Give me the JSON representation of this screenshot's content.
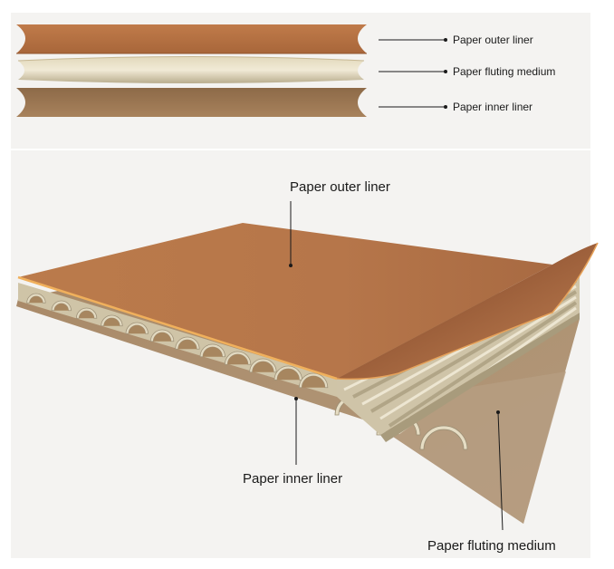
{
  "top_diagram": {
    "labels": {
      "outer": "Paper outer liner",
      "fluting": "Paper fluting medium",
      "inner": "Paper inner liner"
    }
  },
  "main_diagram": {
    "labels": {
      "outer": "Paper outer liner",
      "inner": "Paper inner liner",
      "fluting": "Paper fluting medium"
    }
  },
  "colors": {
    "outer_liner": "#b9764a",
    "outer_liner_dark": "#a5653c",
    "inner_liner": "#9c7552",
    "fluting": "#d8cfb4",
    "fluting_shadow": "#b3a88c",
    "fluting_highlight": "#ece6d2",
    "edge": "#e9a95a"
  }
}
